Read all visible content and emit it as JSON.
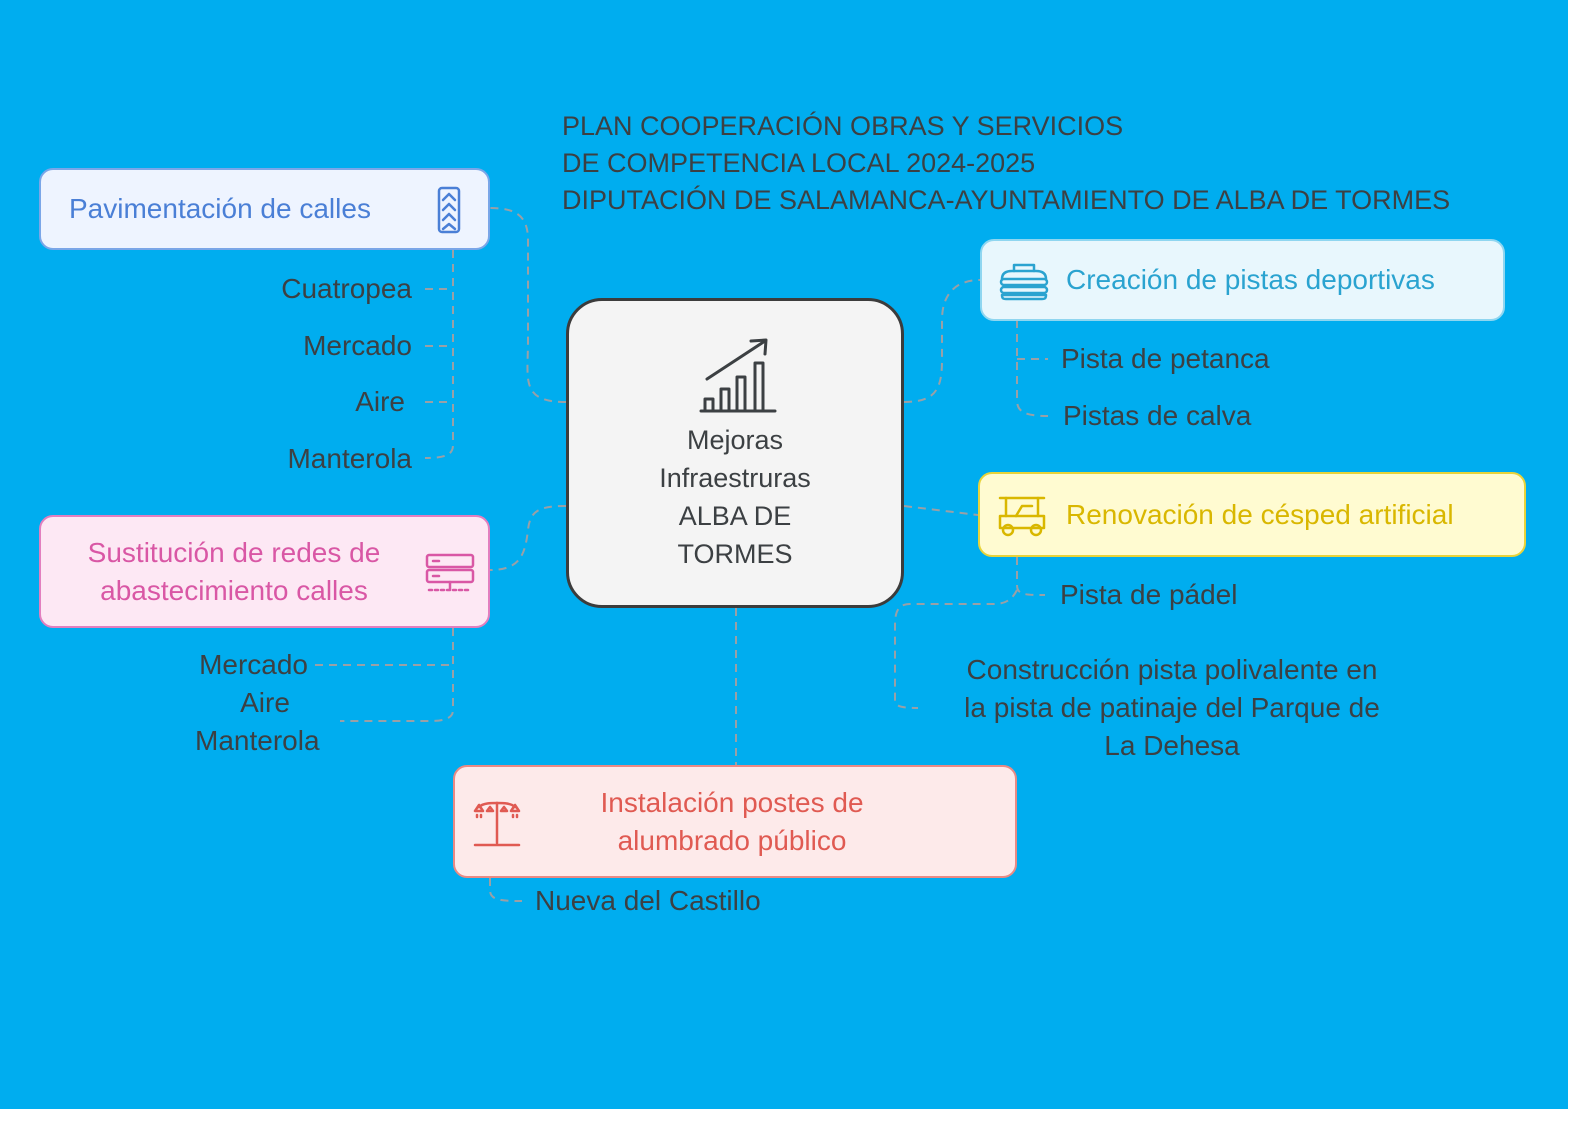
{
  "header": {
    "title_lines": [
      "PLAN COOPERACIÓN OBRAS Y SERVICIOS",
      "DE COMPETENCIA LOCAL 2024-2025",
      "DIPUTACIÓN DE SALAMANCA-AYUNTAMIENTO DE ALBA DE TORMES"
    ]
  },
  "center": {
    "icon": "growth-chart-icon",
    "lines": [
      "Mejoras",
      "Infraestruras",
      "ALBA DE",
      "TORMES"
    ]
  },
  "branches": {
    "pavimentacion": {
      "label": "Pavimentación de calles",
      "icon": "chevrons-up-icon",
      "color": "#4a7fd6",
      "items": [
        "Cuatropea",
        "Mercado",
        "Aire",
        "Manterola"
      ]
    },
    "redes": {
      "label_lines": [
        "Sustitución de redes de",
        "abastecimiento calles"
      ],
      "icon": "server-icon",
      "color": "#d957a5",
      "items": [
        "Mercado",
        "Aire",
        "Manterola"
      ]
    },
    "pistas": {
      "label": "Creación de pistas deportivas",
      "icon": "stacked-layers-icon",
      "color": "#2aa3d0",
      "items": [
        "Pista de petanca",
        "Pistas de calva"
      ]
    },
    "cesped": {
      "label": "Renovación de césped artificial",
      "icon": "golf-cart-icon",
      "color": "#d9b700",
      "items": [
        "Pista de pádel"
      ],
      "extra_lines": [
        "Construcción pista polivalente en",
        "la pista de patinaje del Parque de",
        "La Dehesa"
      ]
    },
    "alumbrado": {
      "label_lines": [
        "Instalación postes de",
        "alumbrado público"
      ],
      "icon": "street-lamp-icon",
      "color": "#e05a52",
      "items": [
        "Nueva del Castillo"
      ]
    }
  }
}
